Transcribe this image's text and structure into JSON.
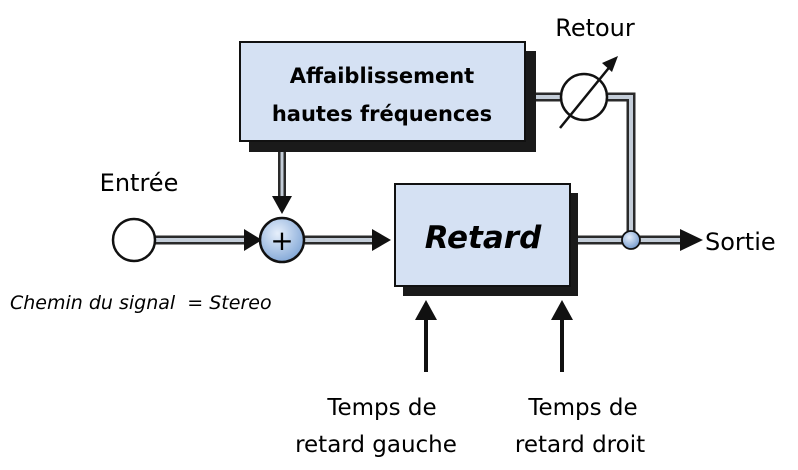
{
  "labels": {
    "input": "Entrée",
    "output": "Sortie",
    "feedback": "Retour",
    "signal_path": "Chemin du signal  = Stereo",
    "left_delay_line1": "Temps de",
    "left_delay_line2": "retard gauche",
    "right_delay_line1": "Temps de",
    "right_delay_line2": "retard droit"
  },
  "blocks": {
    "hf_damping_line1": "Affaiblissement",
    "hf_damping_line2": "hautes fréquences",
    "delay": "Retard"
  },
  "symbols": {
    "summer": "+",
    "summer_icon": "plus-icon",
    "feedback_control_icon": "variable-control-icon"
  },
  "colors": {
    "block_fill": "#d5e1f3",
    "block_shadow": "#1a1a1a",
    "summer_fill": "#9cbde6",
    "wire_light": "#c4cdd8",
    "wire_dark": "#2a2a2a"
  }
}
